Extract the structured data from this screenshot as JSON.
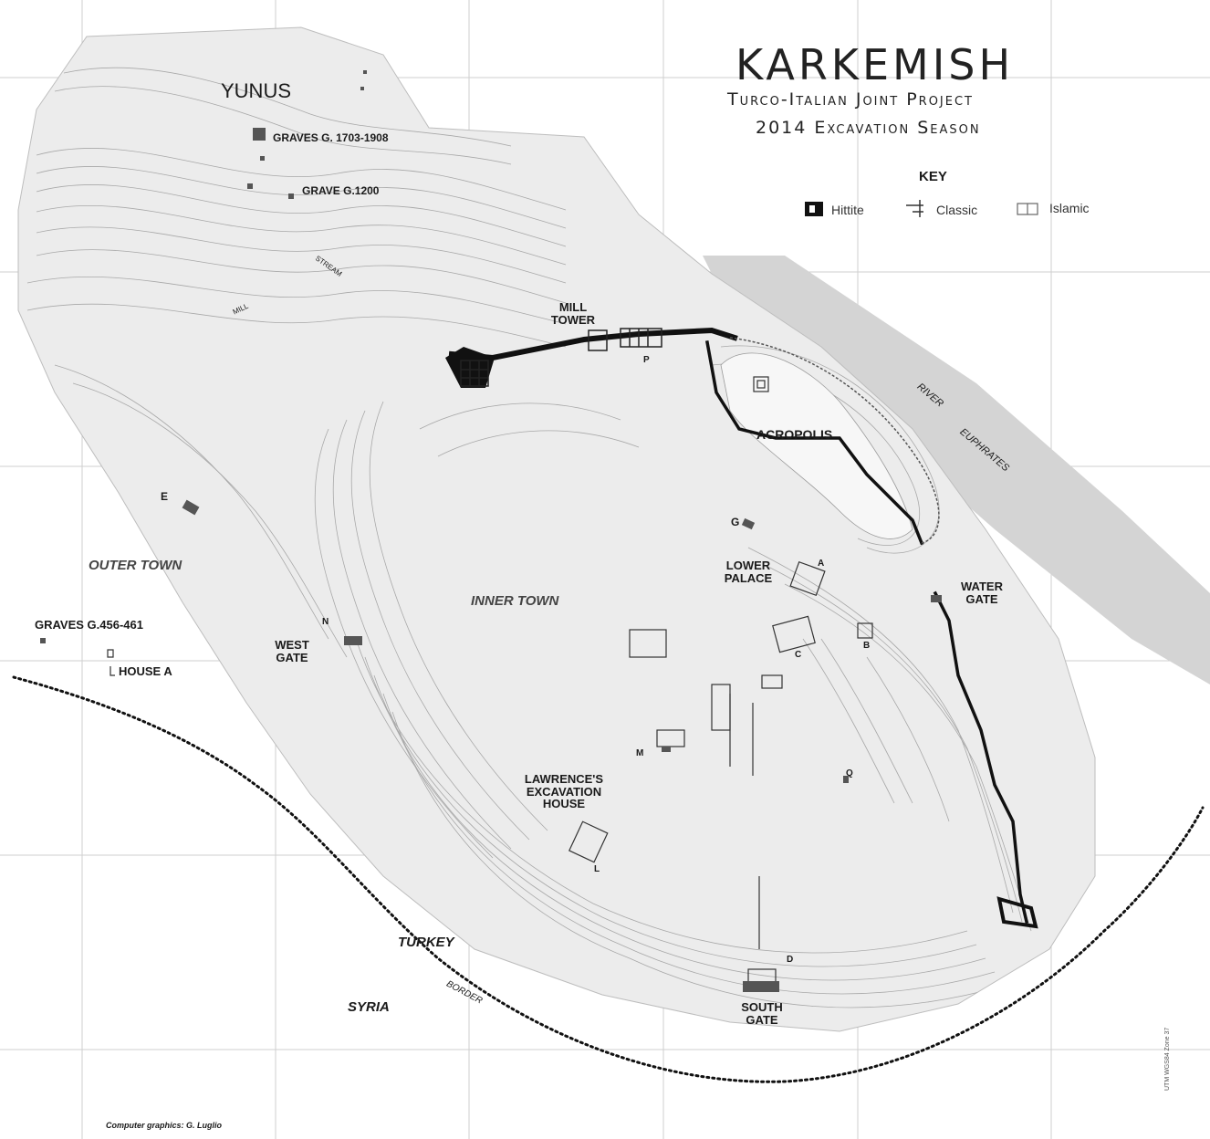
{
  "title": "KARKEMISH",
  "subtitle_1": "Turco-Italian Joint Project",
  "subtitle_2": "2014 Excavation Season",
  "key": {
    "heading": "KEY",
    "items": [
      {
        "label": "Hittite",
        "icon": "hittite-wall-icon"
      },
      {
        "label": "Classic",
        "icon": "classic-wall-icon"
      },
      {
        "label": "Islamic",
        "icon": "islamic-wall-icon"
      }
    ]
  },
  "places": {
    "yunus": "YUNUS",
    "graves_1703": "GRAVES G. 1703-1908",
    "grave_1200": "GRAVE G.1200",
    "mill_stream_1": "MILL",
    "mill_stream_2": "STREAM",
    "mill_tower_1": "MILL",
    "mill_tower_2": "TOWER",
    "p": "P",
    "acropolis": "ACROPOLIS",
    "river_1": "RIVER",
    "river_2": "EUPHRATES",
    "e": "E",
    "outer_town": "OUTER TOWN",
    "inner_town": "INNER TOWN",
    "g": "G",
    "lower_palace_1": "LOWER",
    "lower_palace_2": "PALACE",
    "a": "A",
    "water_gate_1": "WATER",
    "water_gate_2": "GATE",
    "graves_456": "GRAVES G.456-461",
    "house_a": "HOUSE A",
    "n": "N",
    "west_gate_1": "WEST",
    "west_gate_2": "GATE",
    "b": "B",
    "c": "C",
    "m": "M",
    "q": "Q",
    "lawrence_1": "LAWRENCE'S",
    "lawrence_2": "EXCAVATION",
    "lawrence_3": "HOUSE",
    "l": "L",
    "turkey": "TURKEY",
    "syria": "SYRIA",
    "border": "BORDER",
    "d": "D",
    "south_gate_1": "SOUTH",
    "south_gate_2": "GATE"
  },
  "credit": "Computer graphics: G. Luglio",
  "projection": "UTM WGS84 Zone 37",
  "colors": {
    "river": "#d4d4d4",
    "site": "#e9e9e9",
    "contour": "#9a9a9a",
    "wall": "#111111"
  }
}
